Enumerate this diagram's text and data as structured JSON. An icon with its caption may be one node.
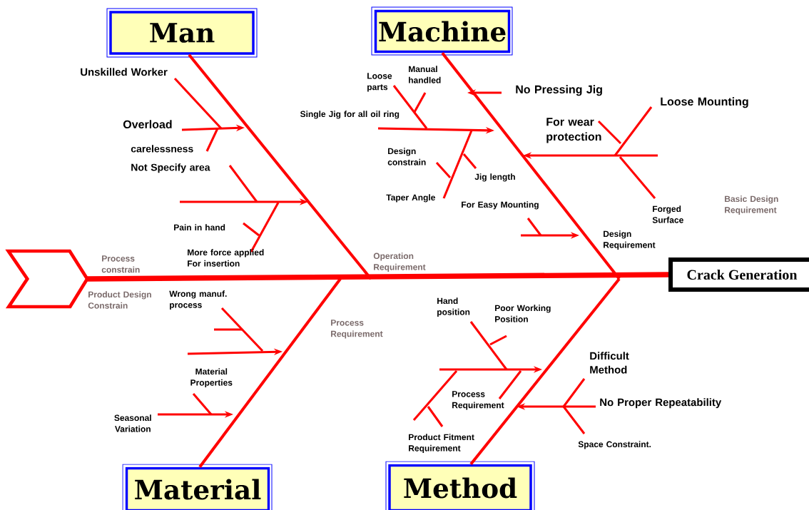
{
  "diagram": {
    "nodes": [
      {
        "text": [
          "Man"
        ]
      },
      {
        "text": [
          "Machine"
        ]
      },
      {
        "text": [
          "Material"
        ]
      },
      {
        "text": [
          "Method"
        ]
      },
      {
        "text": [
          "Crack Generation"
        ]
      },
      {
        "text": [],
        "shape": "chevron"
      }
    ],
    "edges": [
      {
        "from": 5,
        "to": 4,
        "arrow": "none",
        "style": "thick"
      },
      {
        "from": 0,
        "to": null,
        "arrow": "none"
      },
      {
        "from": 1,
        "to": null,
        "arrow": "none"
      },
      {
        "from": 2,
        "to": null,
        "arrow": "none"
      },
      {
        "from": 3,
        "to": null,
        "arrow": "none"
      }
    ],
    "labels": [
      "Unskilled Worker",
      "Overload",
      "carelessness",
      "Not Specify area",
      "Pain in hand",
      "More force applied For insertion",
      "Process constrain",
      "Loose parts",
      "Manual handled",
      "Single Jig for all oil ring",
      "No Pressing Jig",
      "Loose Mounting",
      "For wear protection",
      "Design constrain",
      "Jig length",
      "Taper Angle",
      "For Easy Mounting",
      "Forged Surface",
      "Basic Design Requirement",
      "Design Requirement",
      "Operation Requirement",
      "Product Design Constrain",
      "Wrong manuf. process",
      "Process Requirement",
      "Hand position",
      "Poor Working Position",
      "Difficult Method",
      "Material Properties",
      "Process Requirement",
      "No Proper Repeatability",
      "Seasonal Variation",
      "Product Fitment Requirement",
      "Space Constraint."
    ]
  }
}
